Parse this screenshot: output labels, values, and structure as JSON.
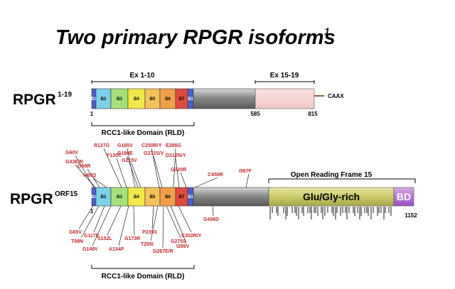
{
  "title": "Two primary RPGR isoforms",
  "title_superscript": "1",
  "isoform1": {
    "name": "RPGR",
    "superscript": "1-19",
    "region_ex_1_10": "Ex 1-10",
    "region_ex_15_19": "Ex 15-19",
    "caax": "CAAX",
    "pos_start": "1",
    "pos_585": "585",
    "pos_815": "815",
    "rld": "RCC1-like Domain (RLD)",
    "blades": [
      "B1",
      "B2",
      "B3",
      "B4",
      "B5",
      "B6",
      "B7",
      "B1"
    ],
    "blade_colors": [
      "#4b5fc9",
      "#7fd0ea",
      "#a6e07a",
      "#f2e84a",
      "#f4c25c",
      "#f0a04a",
      "#e04a3c",
      "#4b5fc9"
    ]
  },
  "isoform2": {
    "name": "RPGR",
    "superscript": "ORF15",
    "orf_label": "Open Reading Frame 15",
    "glu_gly": "Glu/Gly-rich",
    "bd": "BD",
    "pos_start": "1",
    "pos_end": "1152",
    "rld": "RCC1-like Domain (RLD)",
    "blades": [
      "B1",
      "B2",
      "B3",
      "B4",
      "B5",
      "B6",
      "B7",
      "B1"
    ],
    "mutations_above": [
      "G60V",
      "G43E/R",
      "G68R",
      "H98Q",
      "R127G",
      "F130C",
      "G165V",
      "G198E",
      "G215V",
      "C250R/Y",
      "G272S/V",
      "E286G",
      "D312N/Y",
      "G320R",
      "C450R",
      "I567F"
    ],
    "mutations_below": [
      "G65V",
      "T99N",
      "G117E",
      "G148V",
      "S152L",
      "A154P",
      "G173R",
      "P235S",
      "T255I",
      "G267E/R",
      "G275S",
      "I289V",
      "C302R/Y",
      "G436D"
    ]
  }
}
